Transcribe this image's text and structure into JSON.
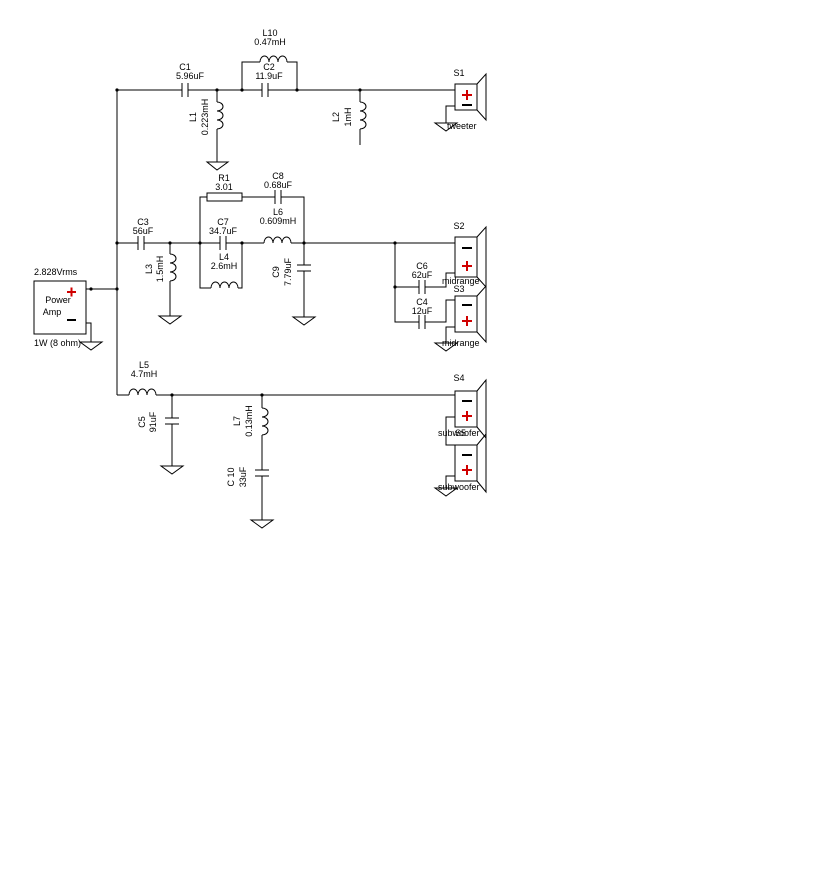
{
  "amp": {
    "voltage": "2.828Vrms",
    "name_line1": "Power",
    "name_line2": "Amp",
    "rating": "1W (8 ohm)"
  },
  "components": {
    "L10": {
      "ref": "L10",
      "value": "0.47mH"
    },
    "C1": {
      "ref": "C1",
      "value": "5.96uF"
    },
    "C2": {
      "ref": "C2",
      "value": "11.9uF"
    },
    "L1": {
      "ref": "L1",
      "value": "0.223mH"
    },
    "L2": {
      "ref": "L2",
      "value": "1mH"
    },
    "R1": {
      "ref": "R1",
      "value": "3.01"
    },
    "C8": {
      "ref": "C8",
      "value": "0.68uF"
    },
    "C3": {
      "ref": "C3",
      "value": "56uF"
    },
    "C7": {
      "ref": "C7",
      "value": "34.7uF"
    },
    "L6": {
      "ref": "L6",
      "value": "0.609mH"
    },
    "L4": {
      "ref": "L4",
      "value": "2.6mH"
    },
    "L3": {
      "ref": "L3",
      "value": "1.5mH"
    },
    "C9": {
      "ref": "C9",
      "value": "7.79uF"
    },
    "C6": {
      "ref": "C6",
      "value": "62uF"
    },
    "C4": {
      "ref": "C4",
      "value": "12uF"
    },
    "L5": {
      "ref": "L5",
      "value": "4.7mH"
    },
    "C5": {
      "ref": "C5",
      "value": "91uF"
    },
    "L7": {
      "ref": "L7",
      "value": "0.13mH"
    },
    "C10": {
      "ref": "C 10",
      "value": "33uF"
    }
  },
  "speakers": {
    "S1": {
      "ref": "S1",
      "label": "tweeter"
    },
    "S2": {
      "ref": "S2",
      "label": "midrange"
    },
    "S3": {
      "ref": "S3",
      "label": "midrange"
    },
    "S4": {
      "ref": "S4",
      "label": "subwoofer"
    },
    "S5": {
      "ref": "S5",
      "label": "subwoofer"
    }
  }
}
